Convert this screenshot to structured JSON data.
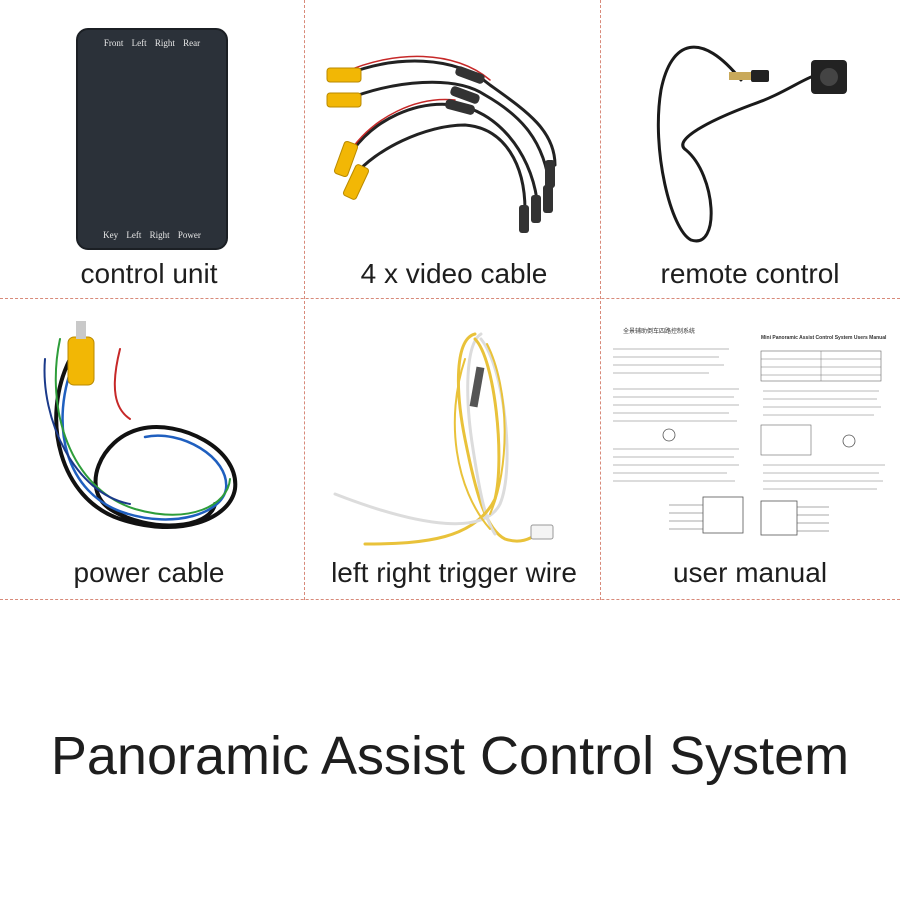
{
  "items": [
    {
      "caption": "control unit"
    },
    {
      "caption": "4 x video cable"
    },
    {
      "caption": "remote control"
    },
    {
      "caption": "power cable"
    },
    {
      "caption": "left right trigger wire"
    },
    {
      "caption": "user manual"
    }
  ],
  "control_unit": {
    "top_labels": "Front Left Right Rear",
    "bottom_labels": "Key Left Right Power"
  },
  "manual": {
    "title_cn": "全景辅助倒车四路控制系统",
    "title_en": "Mini Panoramic Assist Control System Users Manual"
  },
  "headline": "Panoramic Assist Control System",
  "colors": {
    "divider": "#d88a7a",
    "rca_yellow": "#f2b705",
    "box": "#2b3139",
    "wire_yellow": "#e9c23a"
  }
}
